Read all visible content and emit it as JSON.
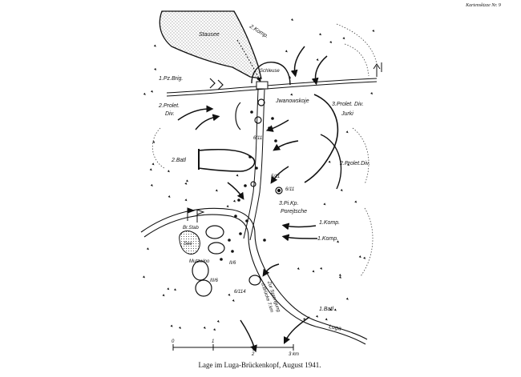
{
  "map": {
    "sheet_label": "Kartenskizze Nr. 9",
    "caption": "Lage im Luga-Brückenkopf, August 1941.",
    "scale": {
      "ticks": [
        "0",
        "1",
        "2",
        "3 km"
      ]
    },
    "labels": {
      "stausee": "Stausee",
      "komp2_top": "2.Komp.",
      "schleuse": "Schleuse",
      "pz_brig": "1.Pz.Brig.",
      "prolet_div_left": "2.Prolet.",
      "prolet_div_left2": "Div.",
      "jwanowskoje": "Jwanowskoje",
      "prolet_div3": "3.Prolet. Div.",
      "jurki": "Jurki",
      "batl2": "2.Batl",
      "unit_6_11a": "6/11",
      "unit_6_11b": "6/11",
      "unit_5_11": "5/11",
      "prolet_div2": "2.Prolet.Div.",
      "pi_kp": "3.Pi.Kp.",
      "porejtsche": "Porejtsche",
      "komp1a": "1.Komp.",
      "komp1b": "1.Komp.",
      "br_stab": "Br.Stab",
      "see": "See",
      "mutzwino": "Mutzwino",
      "unit_ii6": "II/6",
      "unit_iii6": "III/6",
      "unit_6_114": "6/114",
      "zur_sprengung": "Zur Sprengung",
      "brucke": "d.Brücke 7.km",
      "batl1": "1.Batl",
      "luga": "Luga"
    }
  }
}
